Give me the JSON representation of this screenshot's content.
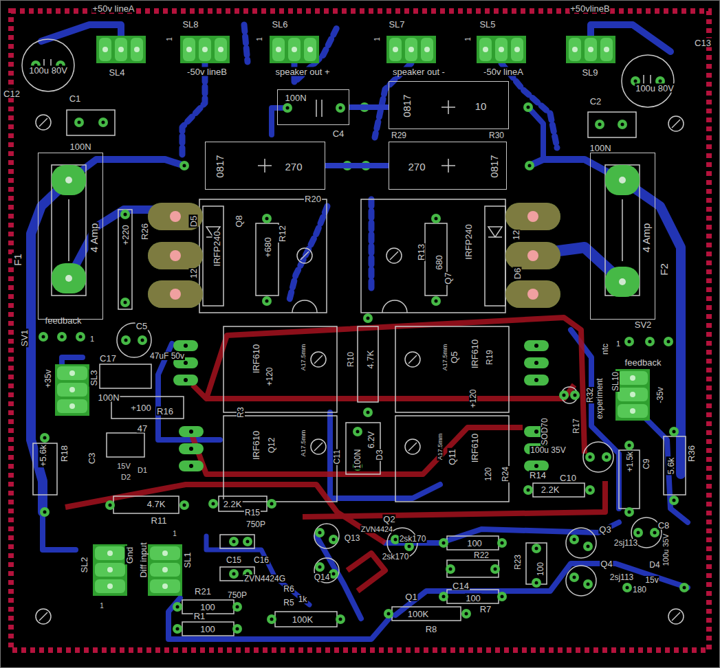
{
  "diagram": {
    "nodes": [
      {
        "text": [
          "100N"
        ]
      },
      {
        "text": [
          "0817",
          "10"
        ]
      },
      {
        "text": [
          "4 Amp"
        ]
      },
      {
        "text": [
          "0817",
          "270"
        ]
      },
      {
        "text": [
          "270",
          "0817"
        ]
      },
      {
        "text": [
          "4 Amp"
        ]
      }
    ],
    "edges": [
      {
        "from": 0,
        "to": 1,
        "arrow": "none"
      },
      {
        "from": 3,
        "to": 4,
        "arrow": "none"
      }
    ],
    "labels": [
      "+50v lineA",
      "SL8",
      "SL6",
      "SL7",
      "SL5",
      "+50vlineB",
      "1",
      "1",
      "1",
      "1",
      "-50v lineB",
      "speaker out +",
      "speaker out -",
      "-50v lineA",
      "SL4",
      "SL9",
      "100u 80V",
      "C12",
      "100u 80V",
      "C13",
      "C1",
      "100N",
      "C2",
      "100N",
      "C4",
      "R29",
      "R30",
      "R20",
      "F1",
      "F2",
      "R26",
      "+220",
      "D5",
      "IRFP240",
      "Q8",
      "R12",
      "+680",
      "12",
      "R13",
      "680",
      "IRFP240",
      "Q7",
      "12",
      "D6",
      "feedback",
      "SV1",
      "1",
      "C5",
      "47uF 50v",
      "C17",
      "100N",
      "+35v",
      "SL3",
      "R16",
      "+100",
      "47",
      "C3",
      "+5.6k",
      "R18",
      "15V",
      "D1",
      "D2",
      "4.7K",
      "R11",
      "2.2K",
      "R15",
      "1",
      "750P",
      "C15",
      "C16",
      "ZVN4424G",
      "750P",
      "SL2",
      "Gnd",
      "Diff input",
      "SL1",
      "1",
      "R21",
      "100",
      "R1",
      "100",
      "R6",
      "1k",
      "R5",
      "100K",
      "Q14",
      "Q13",
      "ZVN4424",
      "Q2",
      "2sk170",
      "2sk170",
      "Q1",
      "100K",
      "R8",
      "100",
      "R22",
      "C14",
      "100",
      "R7",
      "R23",
      "100",
      "R10",
      "4.7K",
      "IRF610",
      "+120",
      "R3",
      "IRF610",
      "Q12",
      "IRF610",
      "Q5",
      "R19",
      "+120",
      "IRF610",
      "Q11",
      "120",
      "R24",
      "A17.5mm",
      "A17.5mm",
      "A17.5mm",
      "A17.5mm",
      "C11",
      "6.2V",
      "100N",
      "D3",
      "SOD70",
      "ntc",
      "experiment",
      "R32",
      "R17",
      "SV2",
      "1",
      "feedback",
      "-35v",
      "SL10",
      "100u 35V",
      "2.2K",
      "R14",
      "C10",
      "C9",
      "R36",
      "5.6k",
      "+1.5k",
      "Q3",
      "2sj113",
      "Q4",
      "2sj113",
      "C8",
      "100u 35V",
      "D4",
      "15v",
      "180"
    ]
  }
}
